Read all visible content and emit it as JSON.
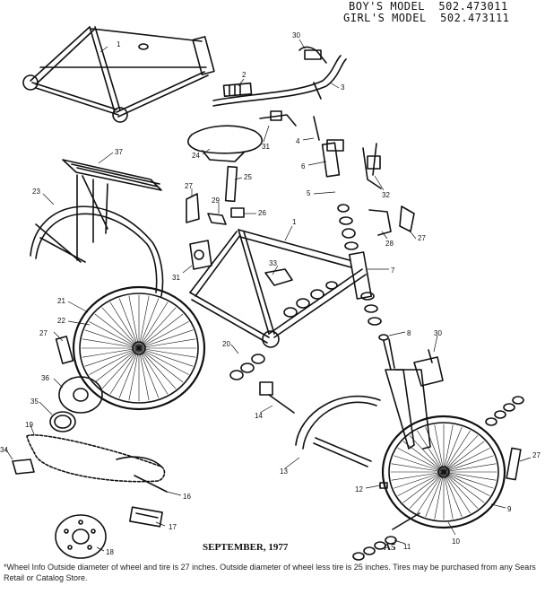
{
  "header": {
    "boys_model": "BOY'S MODEL  502.473011",
    "girls_model": "GIRL'S MODEL  502.473111"
  },
  "footer": {
    "date": "SEPTEMBER, 1977",
    "page": "A5",
    "note_key": "*Wheel Info",
    "note_text": "Outside diameter of wheel and tire is 27 inches. Outside diameter of wheel less tire is 25 inches. Tires may be purchased from any Sears Retail or Catalog Store."
  },
  "callouts": [
    {
      "id": "c1a",
      "text": "1"
    },
    {
      "id": "c30a",
      "text": "30"
    },
    {
      "id": "c2",
      "text": "2"
    },
    {
      "id": "c3",
      "text": "3"
    },
    {
      "id": "c31a",
      "text": "31"
    },
    {
      "id": "c4",
      "text": "4"
    },
    {
      "id": "c6",
      "text": "6"
    },
    {
      "id": "c32",
      "text": "32"
    },
    {
      "id": "c37",
      "text": "37"
    },
    {
      "id": "c24",
      "text": "24"
    },
    {
      "id": "c25",
      "text": "25"
    },
    {
      "id": "c23",
      "text": "23"
    },
    {
      "id": "c27a",
      "text": "27"
    },
    {
      "id": "c29",
      "text": "29"
    },
    {
      "id": "c26",
      "text": "26"
    },
    {
      "id": "c5",
      "text": "5"
    },
    {
      "id": "c1b",
      "text": "1"
    },
    {
      "id": "c28",
      "text": "28"
    },
    {
      "id": "c27b",
      "text": "27"
    },
    {
      "id": "c31b",
      "text": "31"
    },
    {
      "id": "c33",
      "text": "33"
    },
    {
      "id": "c7",
      "text": "7"
    },
    {
      "id": "c21",
      "text": "21"
    },
    {
      "id": "c22",
      "text": "22"
    },
    {
      "id": "c27c",
      "text": "27"
    },
    {
      "id": "c20",
      "text": "20"
    },
    {
      "id": "c8",
      "text": "8"
    },
    {
      "id": "c30b",
      "text": "30"
    },
    {
      "id": "c36",
      "text": "36"
    },
    {
      "id": "c35",
      "text": "35"
    },
    {
      "id": "c14",
      "text": "14"
    },
    {
      "id": "c19",
      "text": "19"
    },
    {
      "id": "c34",
      "text": "34"
    },
    {
      "id": "c13",
      "text": "13"
    },
    {
      "id": "c27d",
      "text": "27"
    },
    {
      "id": "c16",
      "text": "16"
    },
    {
      "id": "c12",
      "text": "12"
    },
    {
      "id": "c17",
      "text": "17"
    },
    {
      "id": "c9",
      "text": "9"
    },
    {
      "id": "c10",
      "text": "10"
    },
    {
      "id": "c18",
      "text": "18"
    },
    {
      "id": "c11",
      "text": "11"
    }
  ]
}
